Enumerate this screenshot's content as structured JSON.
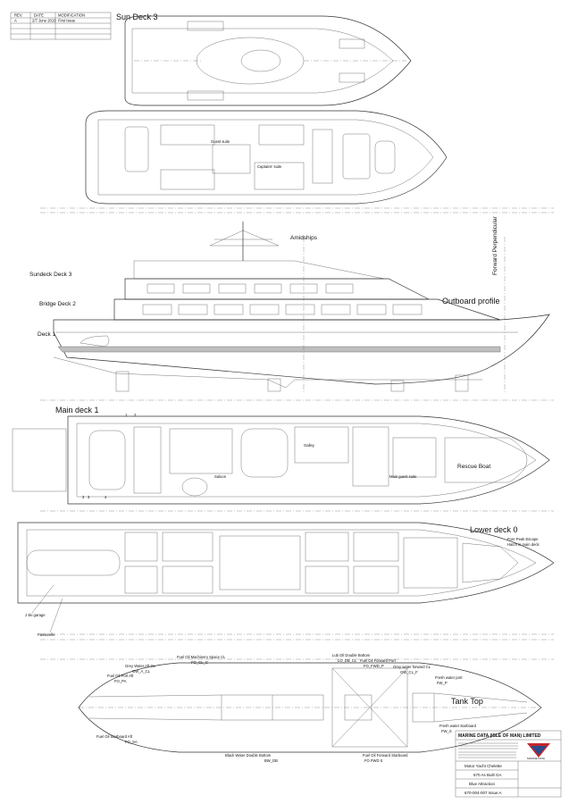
{
  "revision_table": {
    "headers": [
      "REV.",
      "DATE",
      "MODIFICATION"
    ],
    "rows": [
      {
        "rev": "A",
        "date": "2/7 June 2019",
        "mod": "First Issue"
      }
    ]
  },
  "labels": {
    "sun_deck": "Sun Deck 3",
    "guest_suite": "Guest suite",
    "captains_suite": "Captains' suite",
    "amidships": "Amidships",
    "forward_perpendicular": "Forward Perpendicular",
    "sundeck_deck": "Sundeck Deck 3",
    "bridge_deck": "Bridge Deck 2",
    "outboard_profile": "Outboard profile",
    "deck_1": "Deck 1",
    "main_deck": "Main deck 1",
    "galley": "Galley",
    "saloon": "Saloon",
    "main_guest_suite": "Main guest suite",
    "rescue_boat": "Rescue Boat",
    "fore_peak_escape": "Fore Peak Escape",
    "hatch_main_deck": "Hatch in main deck",
    "lower_deck": "Lower deck 0",
    "jet_ski_garage": "J ski garage",
    "passarelle": "Passarelle",
    "tank_top": "Tank Top"
  },
  "stair_numbers": [
    "1",
    "2",
    "3",
    "3",
    "4"
  ],
  "tank_labels": {
    "fo_machinery": "Fuel Oil Machinery Space CL",
    "fo_machinery_code": "FO_CL_C",
    "grey_aft": "Grey Water Aft CL",
    "grey_aft_code": "GW_A_CL",
    "fo_port_aft": "Fuel Oil Port Aft",
    "fo_port_aft_code": "FO_PA",
    "lube_db": "Lub Oil Double Bottom",
    "lube_db_code": "LO_DB_CL",
    "fo_fwd_port": "Fuel Oil Forward Port",
    "fo_fwd_port_code": "FO_FWD_P",
    "grey_fwd": "Grey water forward CL",
    "grey_fwd_code": "GW_CL_F",
    "fresh_port": "Fresh water port",
    "fresh_port_code": "FW_P",
    "fresh_stbd": "Fresh water starboard",
    "fresh_stbd_code": "FW_S",
    "fo_stbd_aft": "Fuel Oil Starboard Aft",
    "fo_stbd_aft_code": "FO_SA",
    "black_db": "Black Water Double Bottom",
    "black_db_code": "BW_DB",
    "fo_fwd_stbd": "Fuel Oil Forward Starboard",
    "fo_fwd_stbd_code": "FO FWD S"
  },
  "title_block": {
    "company": "MARINE DATA (ISLE OF MAN) LIMITED",
    "vessel": "Motor Yacht Chelette",
    "drawing_title": "670 As Built GA",
    "project": "Blue Attraction",
    "drawing_number": "670-004-007 Issue A",
    "logo_text": "MARINE DATA"
  },
  "colors": {
    "line": "#333333",
    "logo_red": "#c4262e",
    "logo_blue": "#2b4a8c"
  }
}
